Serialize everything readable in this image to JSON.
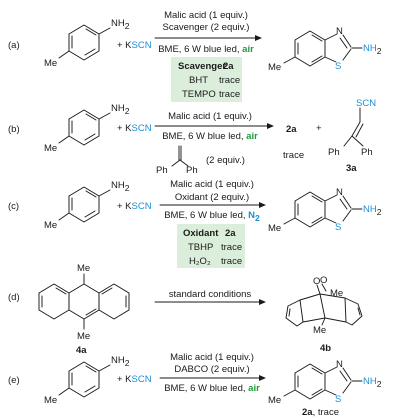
{
  "panels": {
    "a": {
      "tag": "(a)",
      "amine_label": "NH",
      "amine_sub": "2",
      "methyl": "Me",
      "reagent_plus": "+ K",
      "reagent_scn": "SCN",
      "cond1": "Malic acid (1 equiv.)",
      "cond2": "Scavenger (2 equiv.)",
      "cond3_prefix": "BME, 6 W blue led, ",
      "cond3_air": "air",
      "table_header": [
        "Scavenger",
        "2a"
      ],
      "table_rows": [
        [
          "BHT",
          "trace"
        ],
        [
          "TEMPO",
          "trace"
        ]
      ],
      "product_N": "N",
      "product_S": "S",
      "product_NH": "NH",
      "product_sub": "2",
      "product_methyl": "Me"
    },
    "b": {
      "tag": "(b)",
      "amine_label": "NH",
      "amine_sub": "2",
      "methyl": "Me",
      "reagent_plus": "+ K",
      "reagent_scn": "SCN",
      "cond1": "Malic acid (1 equiv.)",
      "cond3_prefix": "BME, 6 W blue led, ",
      "cond3_air": "air",
      "additive_equiv": "(2 equiv.)",
      "ph1": "Ph",
      "ph2": "Ph",
      "product_2a": "2a",
      "plus": "+",
      "result_2a": "trace",
      "product3_scn": "SCN",
      "product3_ph1": "Ph",
      "product3_ph2": "Ph",
      "product3_label": "3a"
    },
    "c": {
      "tag": "(c)",
      "amine_label": "NH",
      "amine_sub": "2",
      "methyl": "Me",
      "reagent_plus": "+ K",
      "reagent_scn": "SCN",
      "cond1": "Malic acid (1 equiv.)",
      "cond2": "Oxidant (2 equiv.)",
      "cond3_prefix": "BME, 6 W blue led, ",
      "cond3_n2": "N",
      "cond3_n2_sub": "2",
      "table_header": [
        "Oxidant",
        "2a"
      ],
      "table_rows": [
        [
          "TBHP",
          "trace"
        ],
        [
          "H₂O₂",
          "trace"
        ]
      ],
      "product_N": "N",
      "product_S": "S",
      "product_NH": "NH",
      "product_sub": "2",
      "product_methyl": "Me"
    },
    "d": {
      "tag": "(d)",
      "me_top": "Me",
      "me_bottom": "Me",
      "label_4a": "4a",
      "cond": "standard conditions",
      "o1": "O",
      "o2": "O",
      "me_p1": "Me",
      "me_p2": "Me",
      "label_4b": "4b"
    },
    "e": {
      "tag": "(e)",
      "amine_label": "NH",
      "amine_sub": "2",
      "methyl": "Me",
      "reagent_plus": "+ K",
      "reagent_scn": "SCN",
      "cond1": "Malic acid (1 equiv.)",
      "cond2": "DABCO (2 equiv.)",
      "cond3_prefix": "BME, 6 W blue led, ",
      "cond3_air": "air",
      "product_N": "N",
      "product_S": "S",
      "product_NH": "NH",
      "product_sub": "2",
      "product_methyl": "Me",
      "result_label": "2a",
      "result_suffix": ", trace"
    }
  },
  "colors": {
    "blue": "#1a8fd8",
    "green": "#1f9a3a",
    "table_bg": "#dbeedc"
  }
}
